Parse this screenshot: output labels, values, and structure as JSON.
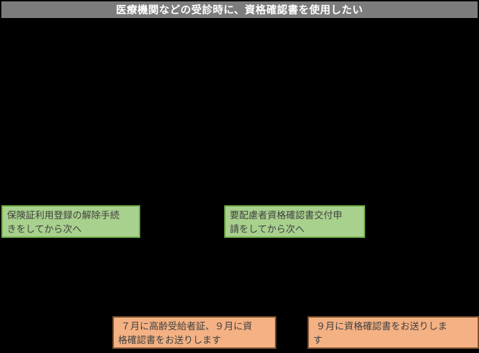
{
  "page": {
    "background_color": "#000000"
  },
  "header": {
    "title": "医療機関などの受診時に、資格確認書を使用したい",
    "bg_color": "#7c7c7c",
    "text_color": "#ffffff"
  },
  "flowchart": {
    "green_notes": [
      {
        "line1": "保険証利用登録の解除手続",
        "line2": "きをしてから次へ"
      },
      {
        "line1": "要配慮者資格確認書交付申",
        "line2": "請をしてから次へ"
      }
    ],
    "orange_notes": [
      {
        "line1": " ７月に高齢受給者証、９月に資",
        "line2": "格確認書をお送りします"
      },
      {
        "line1": " ９月に資格確認書をお送りしま",
        "line2": "す"
      }
    ],
    "colors": {
      "green_fill": "#a9d18e",
      "green_border": "#70ad47",
      "orange_fill": "#f4b183",
      "orange_border": "#7e512f",
      "box_text": "#404040"
    }
  }
}
